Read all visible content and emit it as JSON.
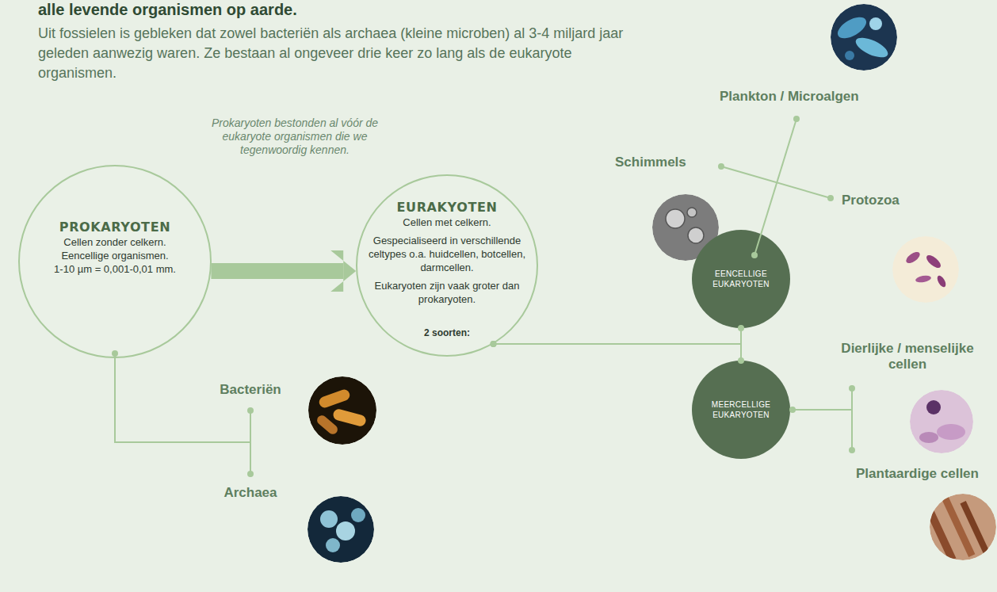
{
  "diagram": {
    "title": "alle levende organismen op aarde.",
    "nodes": [
      {
        "text": [
          "PROKARYOTEN",
          "Cellen zonder celkern.",
          "Eencellige organismen.",
          "1-10 µm = 0,001-0,01 mm."
        ]
      },
      {
        "text": [
          "EURAKYOTEN",
          "Cellen met celkern.",
          "Gespecialiseerd in verschillende celtypes o.a. huidcellen, botcellen, darmcellen.",
          "Eukaryoten zijn vaak groter dan prokaryoten.",
          "2 soorten:"
        ]
      },
      {
        "text": [
          "EENCELLIGE EUKARYOTEN"
        ]
      },
      {
        "text": [
          "MEERCELLIGE EUKARYOTEN"
        ]
      }
    ],
    "edges": [
      {
        "from": 0,
        "to": 1,
        "arrow": "to"
      },
      {
        "from": 1,
        "to": 2,
        "arrow": "none"
      },
      {
        "from": 1,
        "to": 3,
        "arrow": "none"
      }
    ],
    "labels": [
      "Uit fossielen is gebleken dat zowel bacteriën als archaea (kleine microben) al 3-4 miljard jaar geleden aanwezig waren. Ze bestaan al ongeveer drie keer zo lang als de eukaryote organismen.",
      "Prokaryoten bestonden al vóór de eukaryote organismen die we tegenwoordig kennen.",
      "Plankton / Microalgen",
      "Schimmels",
      "Protozoa",
      "Dierlijke / menselijke cellen",
      "Plantaardige cellen",
      "Bacteriën",
      "Archaea"
    ]
  }
}
